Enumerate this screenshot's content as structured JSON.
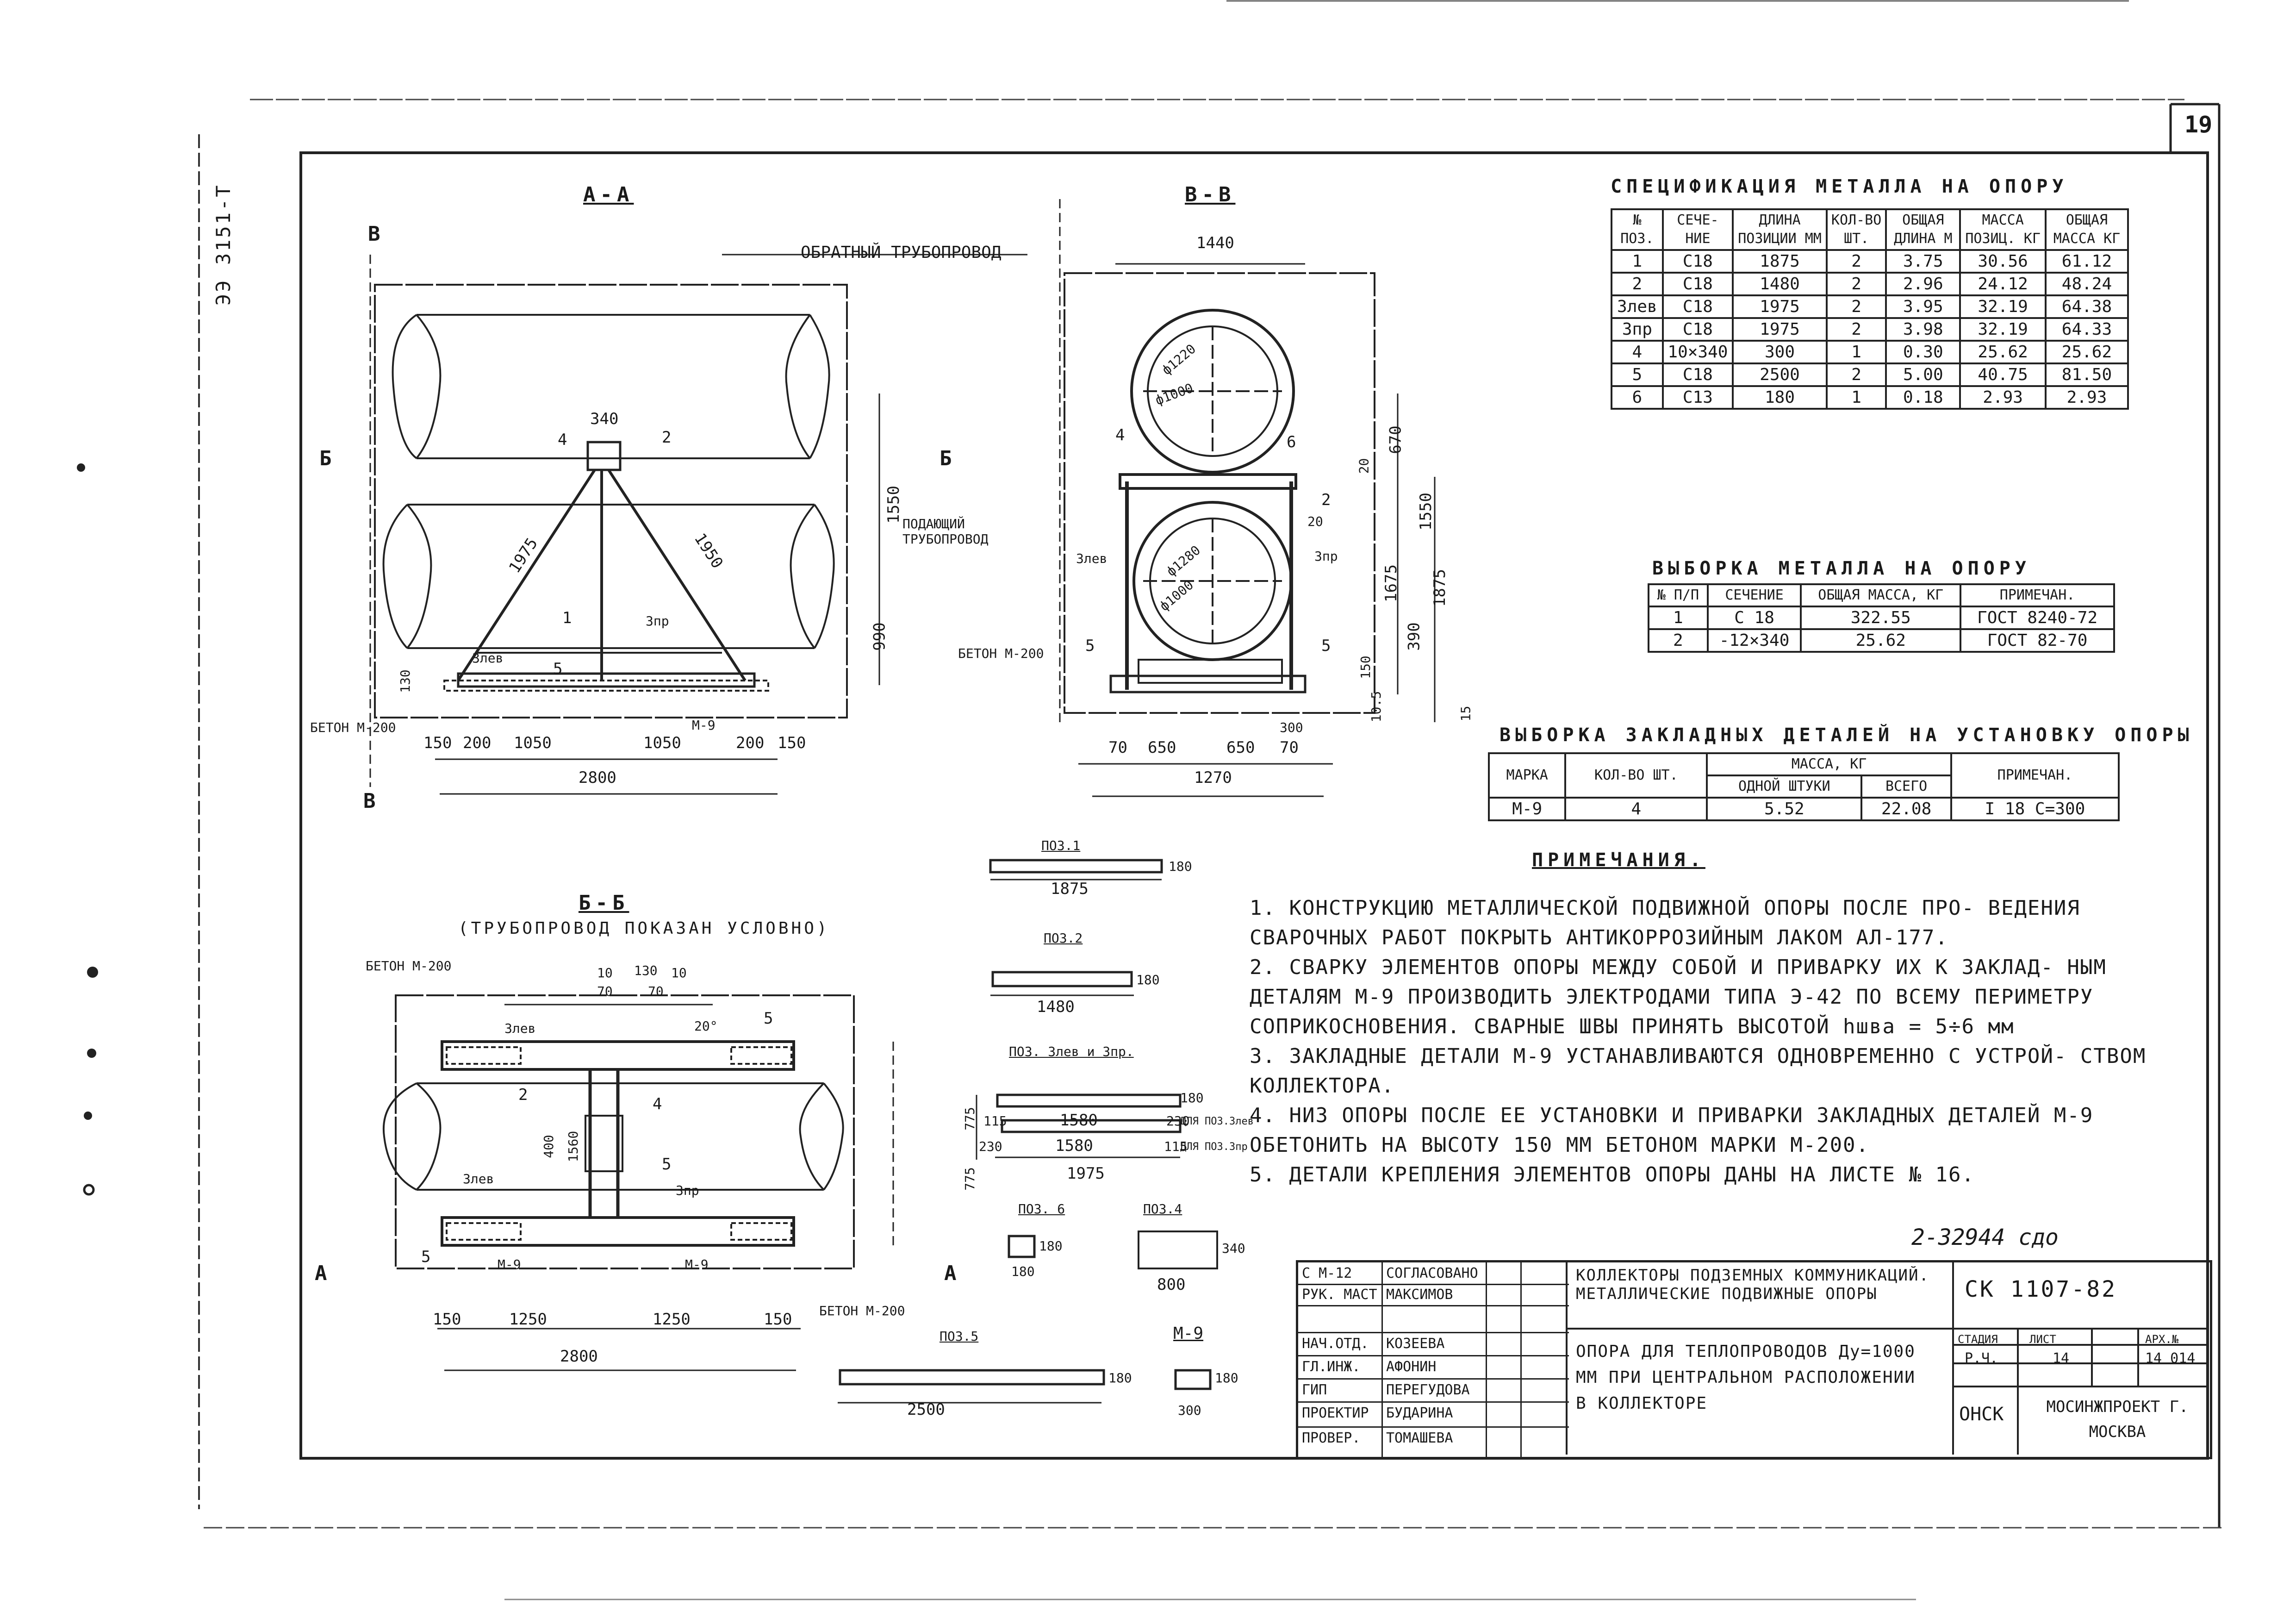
{
  "sheet": {
    "page_number": "19",
    "side_code": "ЭЭ 3151-Т",
    "stamp_mark": "2-32944 сдо"
  },
  "views": {
    "section_aa": {
      "title": "А-А",
      "return_pipe": "ОБРАТНЫЙ ТРУБОПРОВОД",
      "supply_pipe": "ПОДАЮЩИЙ ТРУБОПРОВОД",
      "concrete": "БЕТОН М-200",
      "cut_mark_b": "Б",
      "cut_mark_v": "В",
      "labels": [
        "1975",
        "1950",
        "1",
        "3лев",
        "3пр",
        "4",
        "2",
        "5",
        "М-9",
        "340"
      ],
      "dims_bottom": [
        "150",
        "200",
        "1050",
        "1050",
        "200",
        "150"
      ],
      "dim_total": "2800",
      "dims_right": [
        "1550",
        "990",
        "130"
      ]
    },
    "section_vv": {
      "title": "В-В",
      "width": "1440",
      "dia_outer_top": "ф1220",
      "dia_inner_top": "ф1000",
      "dia_outer_bottom": "ф1280",
      "dia_inner_bottom": "ф1000",
      "concrete": "БЕТОН М-200",
      "labels": [
        "4",
        "6",
        "2",
        "20",
        "3лев",
        "3пр",
        "5",
        "5"
      ],
      "dims_right": [
        "20",
        "670",
        "1550",
        "1675",
        "1875",
        "390",
        "150",
        "10.5",
        "15"
      ],
      "dims_bottom": [
        "70",
        "650",
        "650",
        "70"
      ],
      "dim_total": "1270",
      "dim_300": "300"
    },
    "section_bb": {
      "title": "Б-Б",
      "subtitle": "(ТРУБОПРОВОД ПОКАЗАН УСЛОВНО)",
      "concrete_top": "БЕТОН М-200",
      "concrete_bottom": "БЕТОН М-200",
      "top_dims": [
        "10",
        "130",
        "10",
        "70",
        "70"
      ],
      "labels": [
        "3лев",
        "2",
        "4",
        "5",
        "3лев",
        "3пр",
        "5",
        "М-9",
        "М-9",
        "20°",
        "5",
        "400",
        "1560"
      ],
      "dims_bottom": [
        "150",
        "1250",
        "1250",
        "150"
      ],
      "dim_total": "2800",
      "cut_mark": "А"
    }
  },
  "details": {
    "poz1": {
      "label": "ПОЗ.1",
      "length": "1875",
      "height": "180"
    },
    "poz2": {
      "label": "ПОЗ.2",
      "length": "1480",
      "height": "180"
    },
    "poz3": {
      "label": "ПОЗ. 3лев и 3пр.",
      "dims": [
        "775",
        "775",
        "115",
        "1580",
        "230",
        "230",
        "1580",
        "115",
        "1975"
      ],
      "note_lev": "ДЛЯ ПОЗ.3лев",
      "note_pr": "ДЛЯ ПОЗ.3пр",
      "height": "180"
    },
    "poz4": {
      "label": "ПОЗ.4",
      "width": "800",
      "height": "340"
    },
    "poz5": {
      "label": "ПОЗ.5",
      "length": "2500",
      "height": "180"
    },
    "poz6": {
      "label": "ПОЗ. 6",
      "width": "180",
      "height": "180"
    },
    "m9": {
      "label": "М-9",
      "width": "300",
      "height": "180"
    }
  },
  "spec_metal": {
    "title": "СПЕЦИФИКАЦИЯ МЕТАЛЛА НА ОПОРУ",
    "headers": [
      "№ ПОЗ.",
      "СЕЧЕ-НИЕ",
      "ДЛИНА ПОЗИЦИИ ММ",
      "КОЛ-ВО ШТ.",
      "ОБЩАЯ ДЛИНА М",
      "МАССА ПОЗИЦ. КГ",
      "ОБЩАЯ МАССА КГ"
    ],
    "rows": [
      [
        "1",
        "С18",
        "1875",
        "2",
        "3.75",
        "30.56",
        "61.12"
      ],
      [
        "2",
        "С18",
        "1480",
        "2",
        "2.96",
        "24.12",
        "48.24"
      ],
      [
        "3лев",
        "С18",
        "1975",
        "2",
        "3.95",
        "32.19",
        "64.38"
      ],
      [
        "3пр",
        "С18",
        "1975",
        "2",
        "3.98",
        "32.19",
        "64.33"
      ],
      [
        "4",
        "10×340",
        "300",
        "1",
        "0.30",
        "25.62",
        "25.62"
      ],
      [
        "5",
        "С18",
        "2500",
        "2",
        "5.00",
        "40.75",
        "81.50"
      ],
      [
        "6",
        "С13",
        "180",
        "1",
        "0.18",
        "2.93",
        "2.93"
      ]
    ]
  },
  "metal_sample": {
    "title": "ВЫБОРКА МЕТАЛЛА НА ОПОРУ",
    "headers": [
      "№ П/П",
      "СЕЧЕНИЕ",
      "ОБЩАЯ МАССА, КГ",
      "ПРИМЕЧАН."
    ],
    "rows": [
      [
        "1",
        "С 18",
        "322.55",
        "ГОСТ 8240-72"
      ],
      [
        "2",
        "-12×340",
        "25.62",
        "ГОСТ 82-70"
      ]
    ]
  },
  "embedded_parts": {
    "title": "ВЫБОРКА ЗАКЛАДНЫХ ДЕТАЛЕЙ НА УСТАНОВКУ ОПОРЫ",
    "headers": [
      "МАРКА",
      "КОЛ-ВО ШТ.",
      "МАССА, КГ",
      "ОДНОЙ ШТУКИ",
      "ВСЕГО",
      "ПРИМЕЧАН."
    ],
    "row": [
      "М-9",
      "4",
      "5.52",
      "22.08",
      "I 18 С=300"
    ]
  },
  "notes": {
    "title": "ПРИМЕЧАНИЯ.",
    "items": [
      "1. КОНСТРУКЦИЮ МЕТАЛЛИЧЕСКОЙ ПОДВИЖНОЙ ОПОРЫ ПОСЛЕ ПРО- ВЕДЕНИЯ СВАРОЧНЫХ РАБОТ ПОКРЫТЬ АНТИКОРРОЗИЙНЫМ ЛАКОМ АЛ-177.",
      "2. СВАРКУ ЭЛЕМЕНТОВ ОПОРЫ МЕЖДУ СОБОЙ И ПРИВАРКУ ИХ К ЗАКЛАД- НЫМ ДЕТАЛЯМ М-9 ПРОИЗВОДИТЬ ЭЛЕКТРОДАМИ ТИПА Э-42 ПО ВСЕМУ ПЕРИМЕТРУ СОПРИКОСНОВЕНИЯ. СВАРНЫЕ ШВЫ ПРИНЯТЬ ВЫСОТОЙ hшва = 5÷6 мм",
      "3. ЗАКЛАДНЫЕ ДЕТАЛИ М-9 УСТАНАВЛИВАЮТСЯ ОДНОВРЕМЕННО С УСТРОЙ- СТВОМ КОЛЛЕКТОРА.",
      "4. НИЗ ОПОРЫ ПОСЛЕ ЕЕ УСТАНОВКИ И ПРИВАРКИ ЗАКЛАДНЫХ ДЕТАЛЕЙ М-9 ОБЕТОНИТЬ НА ВЫСОТУ 150 ММ БЕТОНОМ МАРКИ М-200.",
      "5. ДЕТАЛИ КРЕПЛЕНИЯ ЭЛЕМЕНТОВ ОПОРЫ ДАНЫ НА ЛИСТЕ № 16."
    ]
  },
  "title_block": {
    "roles": [
      {
        "role": "С М-12",
        "name": "СОГЛАСОВАНО"
      },
      {
        "role": "РУК. МАСТ",
        "name": "МАКСИМОВ"
      },
      {
        "role": "",
        "name": ""
      },
      {
        "role": "НАЧ.ОТД.",
        "name": "КОЗЕЕВА"
      },
      {
        "role": "ГЛ.ИНЖ.",
        "name": "АФОНИН"
      },
      {
        "role": "ГИП",
        "name": "ПЕРЕГУДОВА"
      },
      {
        "role": "ПРОЕКТИР",
        "name": "БУДАРИНА"
      },
      {
        "role": "ПРОВЕР.",
        "name": "ТОМАШЕВА"
      }
    ],
    "project_title": "КОЛЛЕКТОРЫ ПОДЗЕМНЫХ КОММУНИКАЦИЙ. МЕТАЛЛИЧЕСКИЕ ПОДВИЖНЫЕ ОПОРЫ",
    "sheet_code": "СК 1107-82",
    "drawing_title": "ОПОРА ДЛЯ ТЕПЛОПРОВОДОВ Ду=1000 ММ ПРИ ЦЕНТРАЛЬНОМ РАСПОЛОЖЕНИИ В КОЛЛЕКТОРЕ",
    "stage_label": "СТАДИЯ",
    "sheet_label": "ЛИСТ",
    "archive_label": "АРХ.№",
    "stage": "Р.Ч.",
    "sheet": "14",
    "archive": "14 014",
    "dept": "ОНСК",
    "organization": "МОСИНЖПРОЕКТ Г. МОСКВА"
  }
}
